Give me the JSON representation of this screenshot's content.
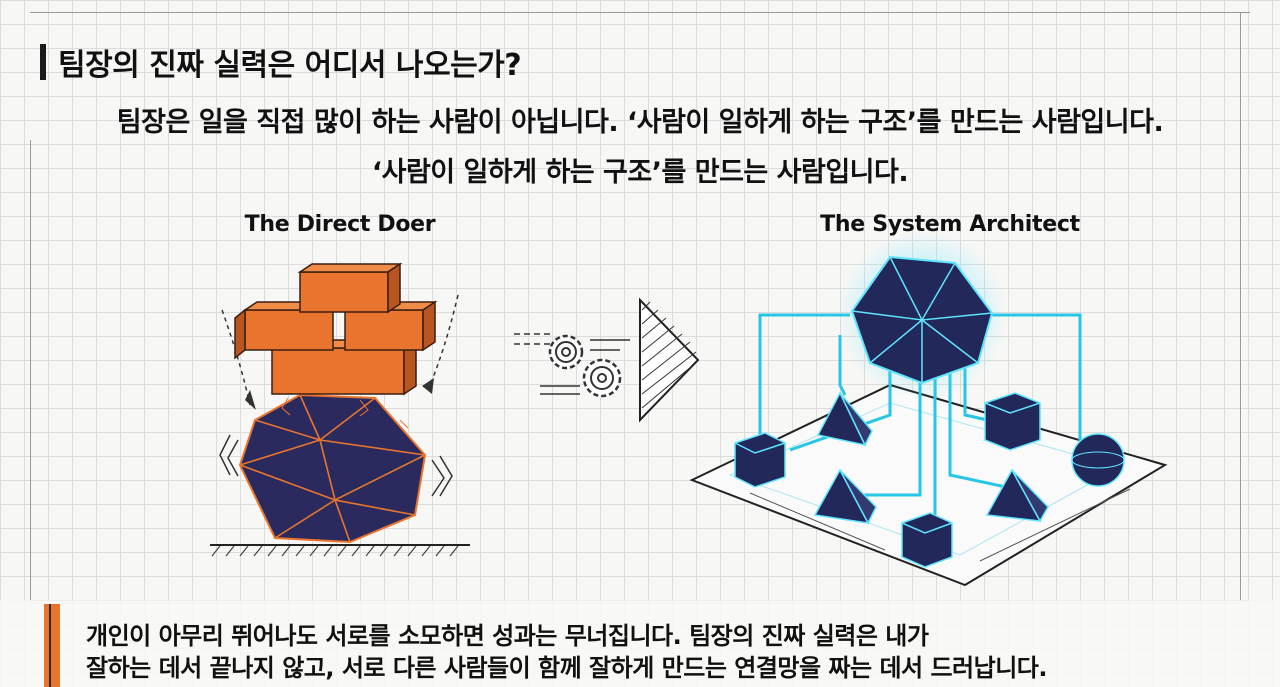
{
  "title": "팀장의 진짜 실력은 어디서 나오는가?",
  "subtitle_line1": "팀장은 일을 직접 많이 하는 사람이 아닙니다. ‘사람이 일하게 하는 구조’를 만드는 사람입니다.",
  "subtitle_line2": "‘사람이 일하게 하는 구조’를 만드는 사람입니다.",
  "left_label": "The Direct Doer",
  "right_label": "The System Architect",
  "bottom_line1": "개인이 아무리 뛰어나도 서로를 소모하면 성과는 무너집니다. 팀장의 진짜 실력은 내가",
  "bottom_line2": "잘하는 데서 끝나지 않고, 서로 다른 사람들이 함께 잘하게 만드는 연결망을 짜는 데서 드러납니다.",
  "colors": {
    "accent_orange": "#e8742e",
    "navy": "#2a2a5e",
    "cyan": "#27c6e6",
    "text": "#111111"
  }
}
